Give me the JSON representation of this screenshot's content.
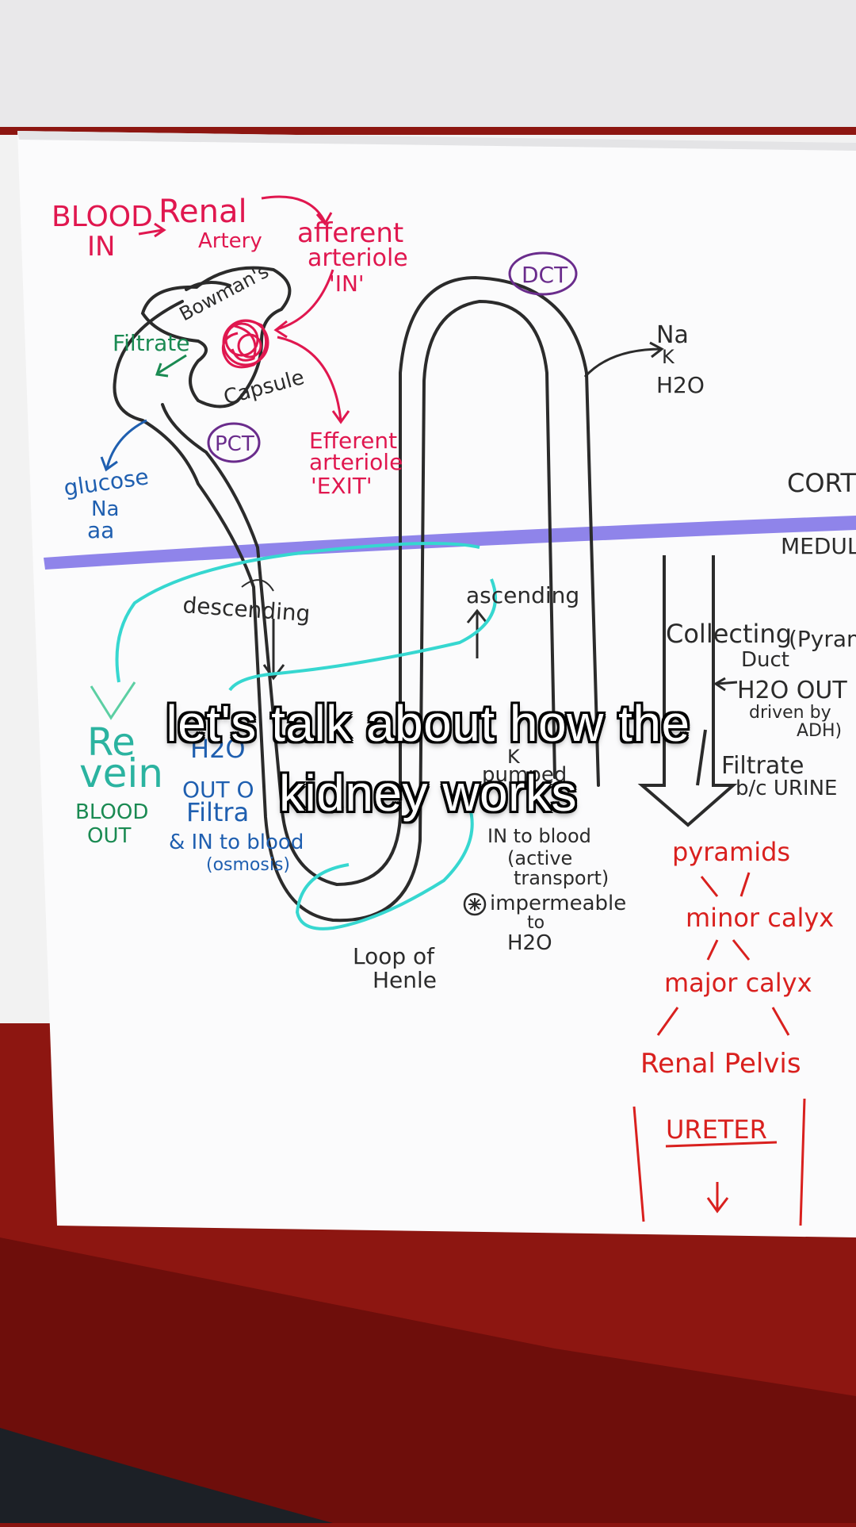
{
  "caption": {
    "line1": "let's talk about how the",
    "line2": "kidney works"
  },
  "diagram": {
    "blood_in": "BLOOD",
    "blood_in_2": "IN",
    "renal_artery": "Renal",
    "renal_artery_2": "Artery",
    "afferent": "afferent",
    "afferent_2": "arteriole",
    "afferent_3": "'IN'",
    "bowmans": "Bowman's",
    "capsule": "Capsule",
    "filtrate": "Filtrate",
    "pct": "PCT",
    "dct": "DCT",
    "efferent": "Efferent",
    "efferent_2": "arteriole",
    "efferent_3": "'EXIT'",
    "glucose": "glucose",
    "na": "Na",
    "aa": "aa",
    "dct_na": "Na",
    "dct_k": "K",
    "dct_h2o": "H2O",
    "cortex": "CORTEX",
    "medulla": "MEDULL",
    "descending": "descending",
    "ascending": "ascending",
    "collecting": "Collecting",
    "duct": "Duct",
    "pyramid_paren": "(Pyrami",
    "h2o_out": "H2O OUT",
    "driven_by": "driven by",
    "adh": "ADH)",
    "filtrate_urine": "Filtrate",
    "blc_urine": "b/c URINE",
    "renal_vein": "Re",
    "vein": "vein",
    "blood_out": "BLOOD",
    "blood_out_2": "OUT",
    "h2o_desc": "H2O",
    "out_of": "OUT O",
    "filtra": "Filtra",
    "in_to_blood": "& IN to blood",
    "osmosis": "(osmosis)",
    "k_label": "K",
    "pumped": "pumped",
    "in_to_blood_2": "IN to blood",
    "active": "(active",
    "transport": "transport)",
    "impermeable": "impermeable",
    "to": "to",
    "h2o_imp": "H2O",
    "loop": "Loop of",
    "henle": "Henle",
    "pyramids": "pyramids",
    "minor_calyx": "minor calyx",
    "major_calyx": "major calyx",
    "renal_pelvis": "Renal Pelvis",
    "ureter": "URETER"
  },
  "colors": {
    "pink": "#e0174f",
    "red": "#d9201e",
    "green": "#1a8a52",
    "blue": "#1f5fb0",
    "purple": "#6a2c8c",
    "cyan": "#36d7d0",
    "band": "#7b6ee6",
    "ink": "#2b2b2b",
    "tabletop": "#8a1410"
  }
}
